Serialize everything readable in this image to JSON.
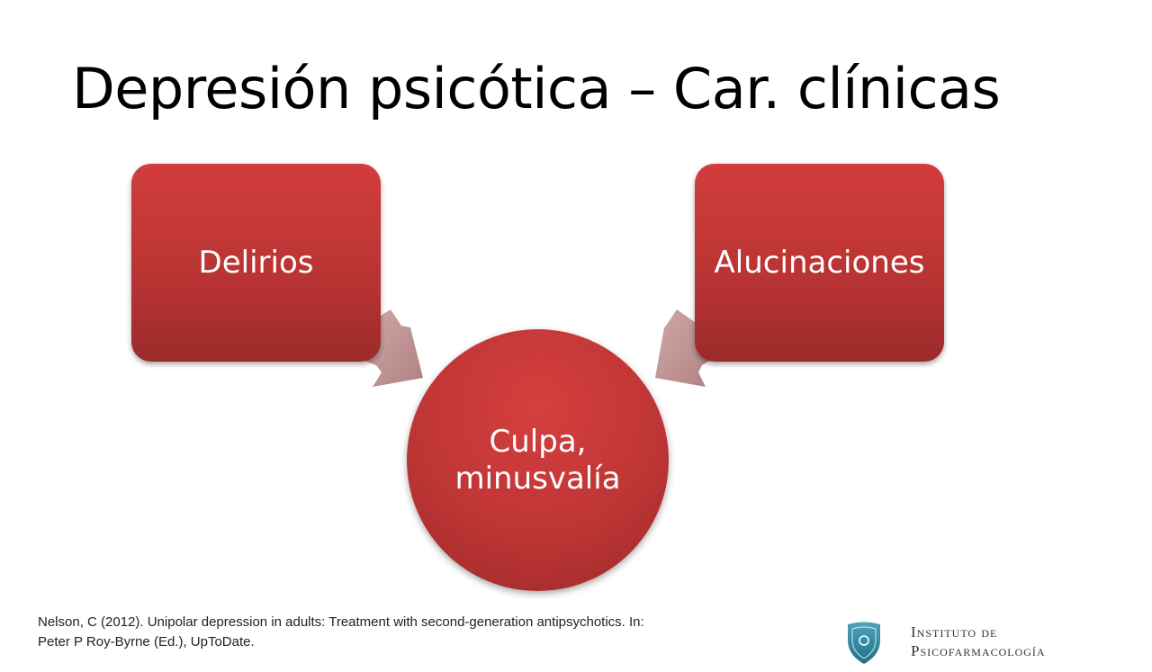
{
  "title": "Depresión psicótica – Car. clínicas",
  "diagram": {
    "left_box": "Delirios",
    "right_box": "Alucinaciones",
    "center_line1": "Culpa,",
    "center_line2": "minusvalía",
    "colors": {
      "node": "#c0392b",
      "arrow": "#b58585"
    }
  },
  "citation": {
    "line1": "Nelson, C (2012). Unipolar depression in adults: Treatment with second-generation antipsychotics. In:",
    "line2": "Peter P Roy-Byrne (Ed.), UpToDate."
  },
  "logo": {
    "line1": "Instituto de",
    "line2": "Psicofarmacología",
    "icon": "shield-icon"
  }
}
